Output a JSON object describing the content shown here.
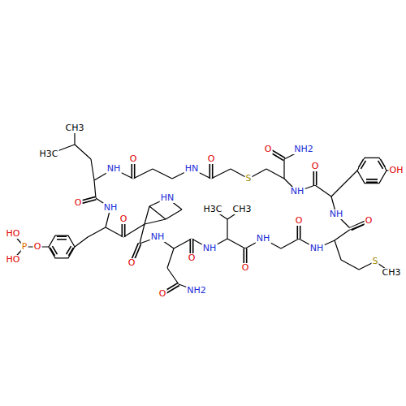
{
  "diagram": {
    "labels": [
      "CH3",
      "H3C",
      "NH",
      "O",
      "HN",
      "O",
      "S",
      "O",
      "NH2",
      "NH",
      "O",
      "OH",
      "NH",
      "O",
      "S",
      "CH3",
      "NH",
      "O",
      "NH",
      "O",
      "H3C",
      "CH3",
      "NH",
      "O",
      "O",
      "NH2",
      "NH",
      "O",
      "HN",
      "O",
      "O",
      "NH",
      "O",
      "P",
      "HO",
      "HO"
    ]
  }
}
